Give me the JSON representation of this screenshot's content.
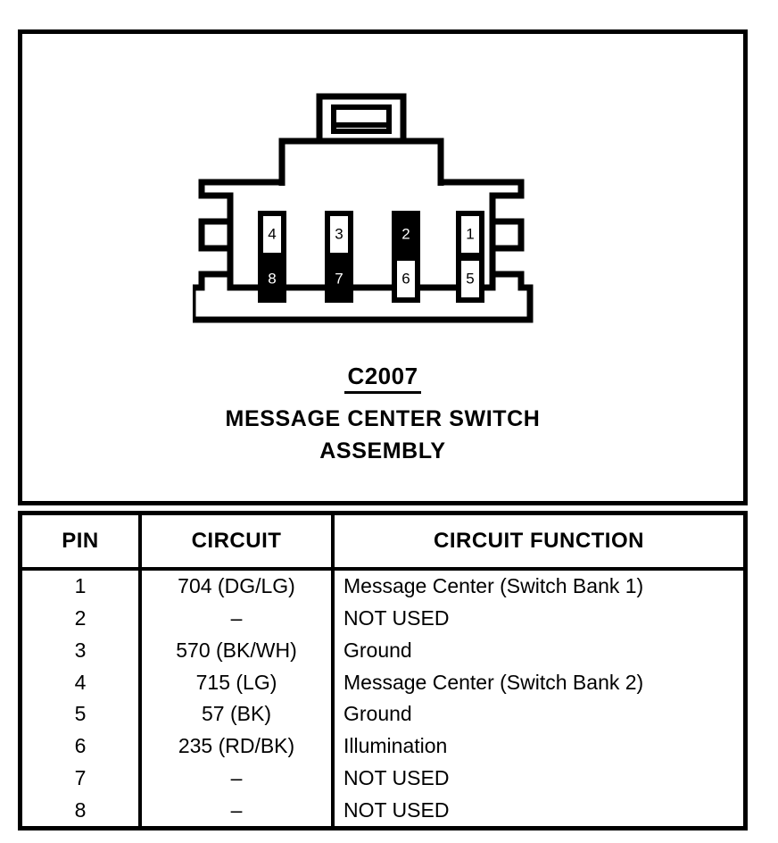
{
  "connector": {
    "label": "connector-face-view",
    "pin_count": 8,
    "top_row": [
      {
        "number": "4",
        "filled": false
      },
      {
        "number": "3",
        "filled": false
      },
      {
        "number": "2",
        "filled": true
      },
      {
        "number": "1",
        "filled": false
      }
    ],
    "bottom_row": [
      {
        "number": "8",
        "filled": true
      },
      {
        "number": "7",
        "filled": true
      },
      {
        "number": "6",
        "filled": false
      },
      {
        "number": "5",
        "filled": false
      }
    ]
  },
  "caption": {
    "code": "C2007",
    "line1": "MESSAGE CENTER SWITCH",
    "line2": "ASSEMBLY"
  },
  "table": {
    "headers": {
      "pin": "PIN",
      "circuit": "CIRCUIT",
      "function": "CIRCUIT FUNCTION"
    },
    "rows": [
      {
        "pin": "1",
        "circuit": "704 (DG/LG)",
        "function": "Message Center (Switch Bank 1)"
      },
      {
        "pin": "2",
        "circuit": "–",
        "function": "NOT USED"
      },
      {
        "pin": "3",
        "circuit": "570 (BK/WH)",
        "function": "Ground"
      },
      {
        "pin": "4",
        "circuit": "715 (LG)",
        "function": "Message Center (Switch Bank 2)"
      },
      {
        "pin": "5",
        "circuit": "57 (BK)",
        "function": "Ground"
      },
      {
        "pin": "6",
        "circuit": "235 (RD/BK)",
        "function": "Illumination"
      },
      {
        "pin": "7",
        "circuit": "–",
        "function": "NOT USED"
      },
      {
        "pin": "8",
        "circuit": "–",
        "function": "NOT USED"
      }
    ]
  },
  "colors": {
    "ink": "#000000",
    "paper": "#ffffff",
    "pin_filled": "#000000",
    "pin_open": "#ffffff"
  }
}
